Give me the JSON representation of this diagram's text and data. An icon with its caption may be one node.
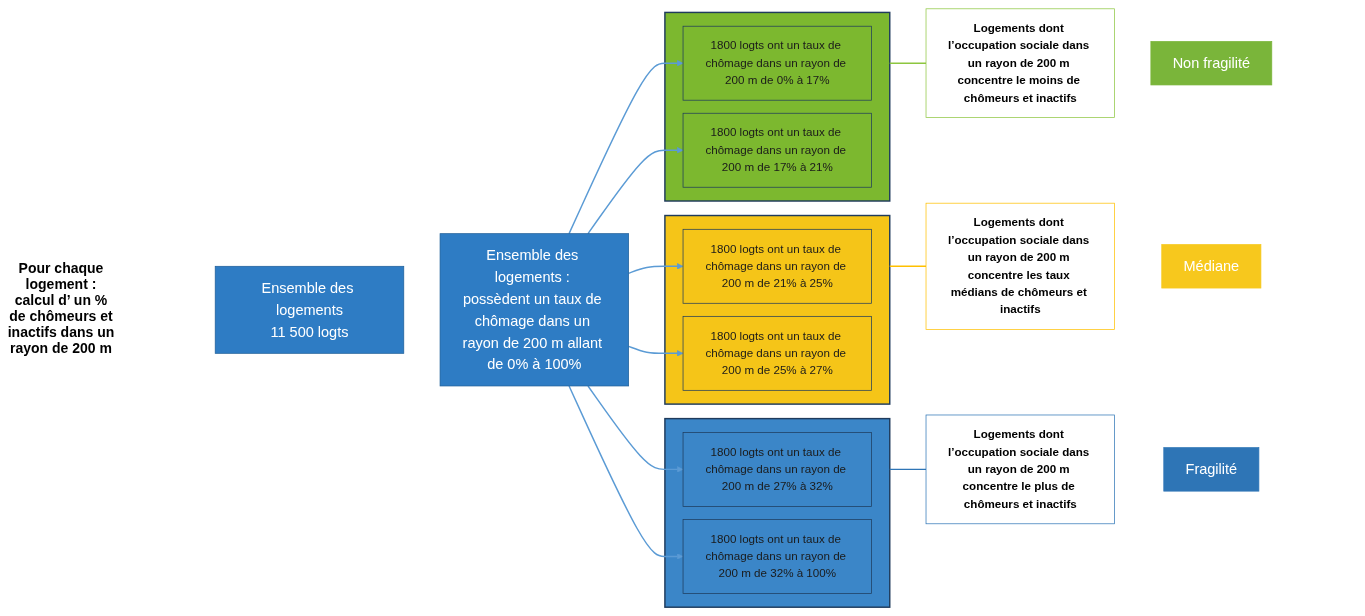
{
  "diagram": {
    "nodes": [
      {
        "text": [
          "Ensemble des logements",
          "11 500 logts"
        ]
      },
      {
        "text": [
          "Ensemble des logements : possèdent un taux de chômage dans un rayon de 200 m allant de 0% à 100%"
        ]
      },
      {
        "text": [],
        "shape": "box"
      },
      {
        "text": [
          "1800 logts ont un taux de chômage dans un rayon de 200 m de 0% à 17%"
        ],
        "in": 2
      },
      {
        "text": [
          "1800 logts ont un taux de chômage dans un rayon de 200 m de 17% à 21%"
        ],
        "in": 2
      },
      {
        "text": [
          "Logements dont l’occupation sociale dans un rayon de 200 m concentre le moins de chômeurs et inactifs"
        ]
      },
      {
        "text": [
          "Non fragilité"
        ]
      },
      {
        "text": [],
        "shape": "box"
      },
      {
        "text": [
          "1800 logts ont un taux de chômage dans un rayon de 200 m de 21% à 25%"
        ],
        "in": 7
      },
      {
        "text": [
          "1800 logts ont un taux de chômage dans un rayon de 200 m de 25% à 27%"
        ],
        "in": 7
      },
      {
        "text": [
          "Logements dont l’occupation sociale dans un rayon de 200 m concentre les taux médians de chômeurs et inactifs"
        ]
      },
      {
        "text": [
          "Médiane"
        ]
      },
      {
        "text": [],
        "shape": "box"
      },
      {
        "text": [
          "1800 logts ont un taux de chômage dans un rayon de 200 m de 27% à 32%"
        ],
        "in": 12
      },
      {
        "text": [
          "1800 logts ont un taux de chômage dans un rayon de 200 m de 32% à 100%"
        ],
        "in": 12
      },
      {
        "text": [
          "Logements dont l’occupation sociale dans un rayon de 200 m concentre le plus de chômeurs et inactifs"
        ]
      },
      {
        "text": [
          "Fragilité"
        ]
      }
    ],
    "edges": [
      {
        "from": 1,
        "to": 3,
        "arrow": "to"
      },
      {
        "from": 1,
        "to": 4,
        "arrow": "to"
      },
      {
        "from": 1,
        "to": 8,
        "arrow": "to"
      },
      {
        "from": 1,
        "to": 9,
        "arrow": "to"
      },
      {
        "from": 1,
        "to": 13,
        "arrow": "to"
      },
      {
        "from": 1,
        "to": 14,
        "arrow": "to"
      },
      {
        "from": 2,
        "to": 5,
        "arrow": "none",
        "color": "#8dc63f"
      },
      {
        "from": 7,
        "to": 10,
        "arrow": "none",
        "color": "#ffc000"
      },
      {
        "from": 12,
        "to": 15,
        "arrow": "none",
        "color": "#2e75b6"
      }
    ],
    "labels": [
      "Pour chaque logement : calcul d’ un % de chômeurs et inactifs dans un rayon de 200 m"
    ]
  }
}
